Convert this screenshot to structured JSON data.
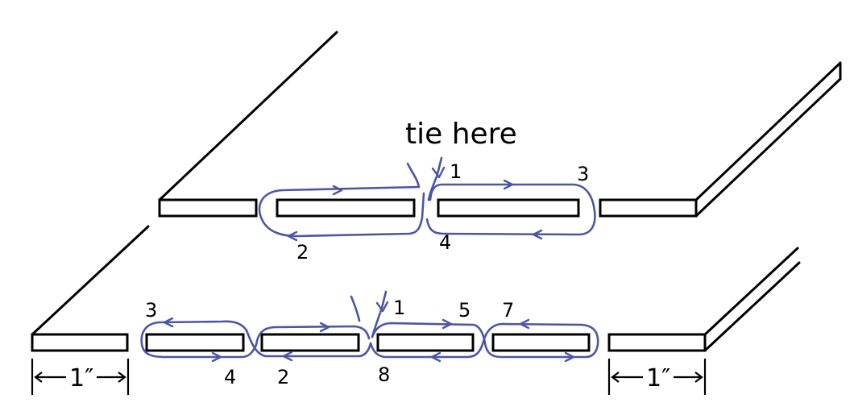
{
  "annotation": "tie here",
  "top_row_labels": {
    "step1": "1",
    "step2": "2",
    "step3": "3",
    "step4": "4"
  },
  "bottom_row_labels": {
    "step1": "1",
    "step2": "2",
    "step3": "3",
    "step4": "4",
    "step5": "5",
    "step7": "7",
    "step8": "8"
  },
  "dimensions": {
    "left": "1″",
    "right": "1″"
  },
  "colors": {
    "thread": "#4b56a6",
    "outline": "#000000"
  }
}
